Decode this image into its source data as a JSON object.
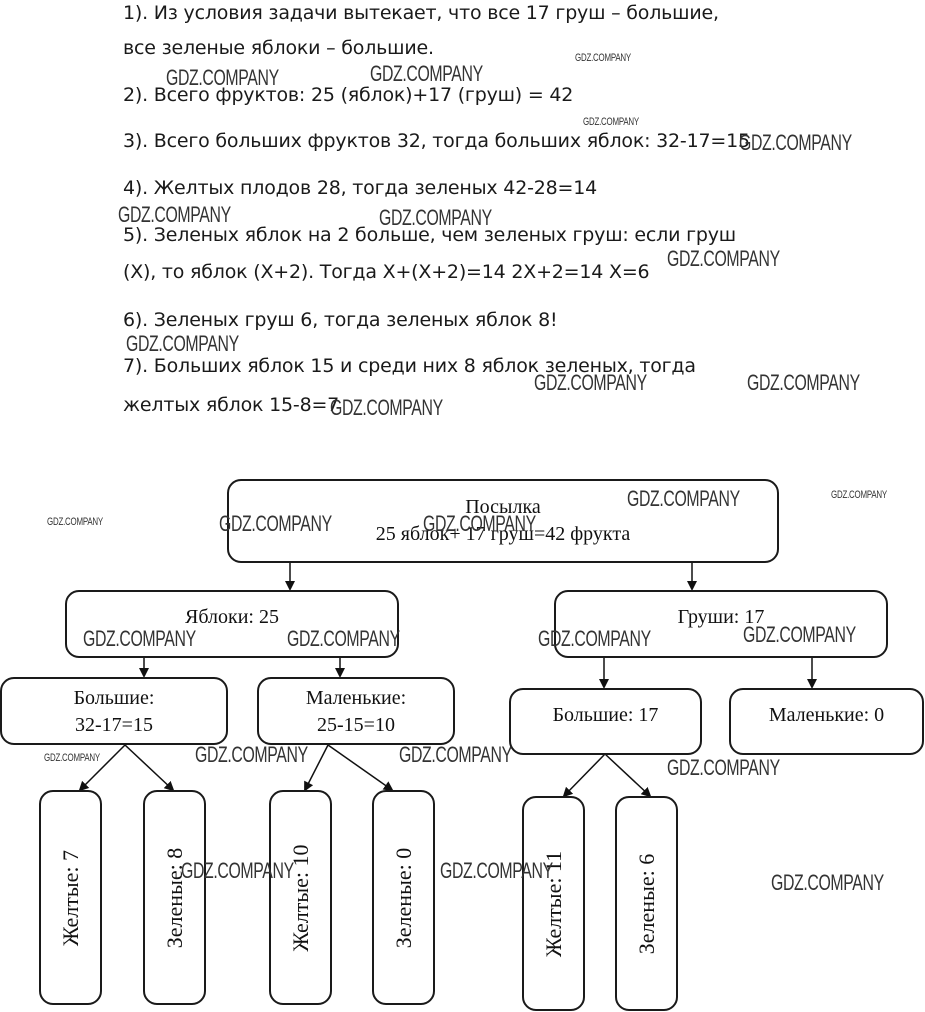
{
  "solution": {
    "lines": [
      "1). Из условия задачи вытекает, что все 17 груш – большие,",
      "все зеленые яблоки – большие.",
      "2). Всего фруктов: 25 (яблок)+17 (груш) = 42",
      "3). Всего больших фруктов 32, тогда больших яблок: 32-17=15",
      "4). Желтых плодов 28, тогда зеленых 42-28=14",
      "5). Зеленых яблок на 2 больше, чем зеленых груш: если груш",
      "(X), то яблок (X+2). Тогда X+(X+2)=14    2X+2=14    X=6",
      "6). Зеленых груш 6, тогда зеленых яблок 8!",
      "7). Больших яблок 15 и среди них 8 яблок зеленых, тогда",
      "желтых яблок 15-8=7"
    ]
  },
  "diagram": {
    "root": {
      "title": "Посылка",
      "subtitle": "25 яблок+ 17 груш=42 фрукта"
    },
    "apples": {
      "label": "Яблоки: 25"
    },
    "pears": {
      "label": "Груши: 17"
    },
    "apples_big": {
      "line1": "Большие:",
      "line2": "32-17=15"
    },
    "apples_small": {
      "line1": "Маленькие:",
      "line2": "25-15=10"
    },
    "pears_big": {
      "label": "Большие: 17"
    },
    "pears_small": {
      "label": "Маленькие: 0"
    },
    "leaves": [
      {
        "label": "Желтые: 7"
      },
      {
        "label": "Зеленые: 8"
      },
      {
        "label": "Желтые: 10"
      },
      {
        "label": "Зеленые: 0"
      },
      {
        "label": "Желтые: 11"
      },
      {
        "label": "Зеленые: 6"
      }
    ]
  },
  "watermark": {
    "text": "GDZ.COMPANY"
  }
}
